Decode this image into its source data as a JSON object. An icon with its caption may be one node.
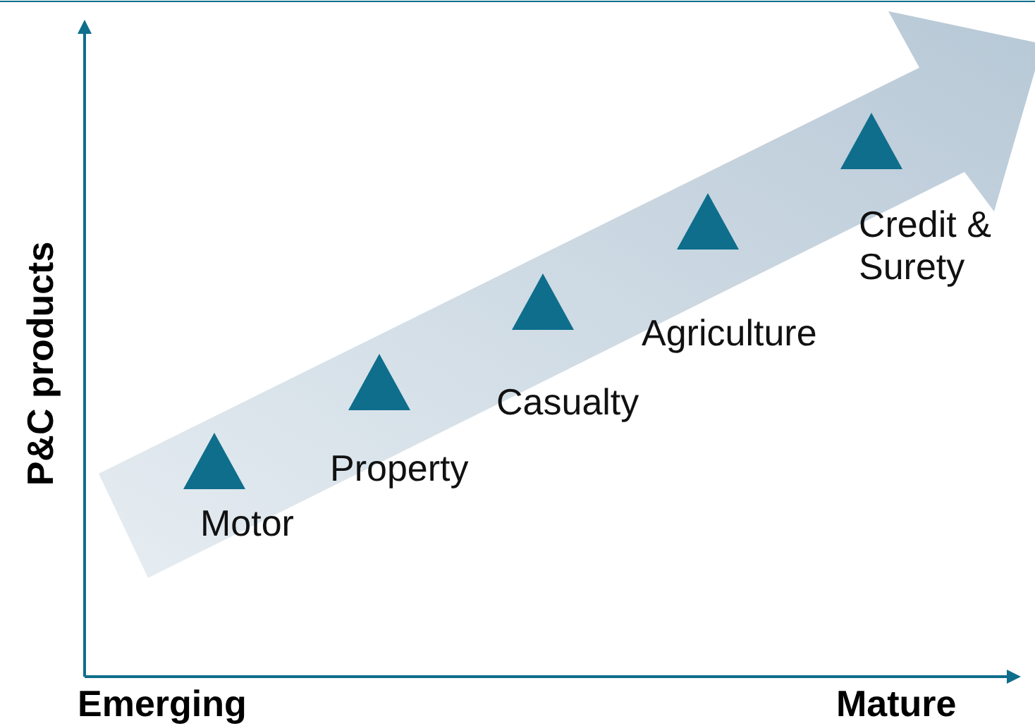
{
  "diagram": {
    "nodes": [
      {
        "text": [],
        "shape": "triangle",
        "beside": [
          "Motor"
        ]
      },
      {
        "text": [],
        "shape": "triangle",
        "beside": [
          "Property"
        ]
      },
      {
        "text": [],
        "shape": "triangle",
        "beside": [
          "Casualty"
        ]
      },
      {
        "text": [],
        "shape": "triangle",
        "beside": [
          "Agriculture"
        ]
      },
      {
        "text": [],
        "shape": "triangle",
        "beside": [
          "Credit & Surety"
        ]
      }
    ],
    "edges": [],
    "labels": [
      "P&C products",
      "Emerging",
      "Mature"
    ]
  }
}
